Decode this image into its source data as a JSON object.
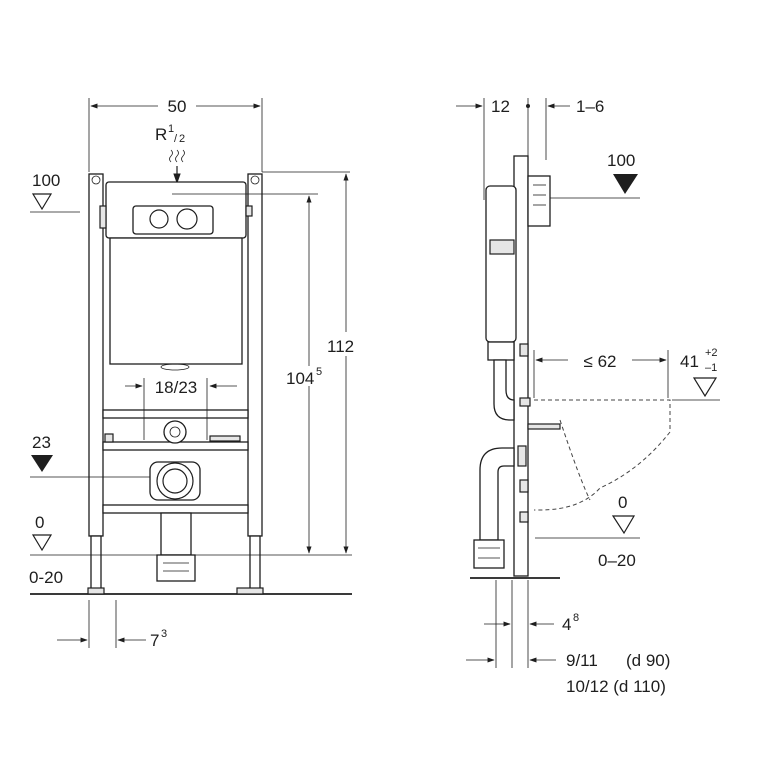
{
  "front_view": {
    "width_dim": "50",
    "connection_label": "R",
    "connection_sup": "1",
    "connection_sub": "2",
    "level_top": "100",
    "level_23": "23",
    "level_0": "0",
    "range_bottom": "0-20",
    "spacing_label": "18/23",
    "height_104": "104",
    "height_104_sup": "5",
    "height_112": "112",
    "foot_offset": "7",
    "foot_offset_sup": "3"
  },
  "side_view": {
    "dim_12": "12",
    "dim_1_6": "1–6",
    "level_100": "100",
    "dim_le62": "≤ 62",
    "dim_41": "41",
    "tol_plus": "+2",
    "tol_minus": "–1",
    "level_0": "0",
    "range_bottom": "0–20",
    "dim_4": "4",
    "dim_4_sup": "8",
    "dim_9_11": "9/11",
    "d90": "(d 90)",
    "dim_10_12": "10/12 (d 110)"
  }
}
